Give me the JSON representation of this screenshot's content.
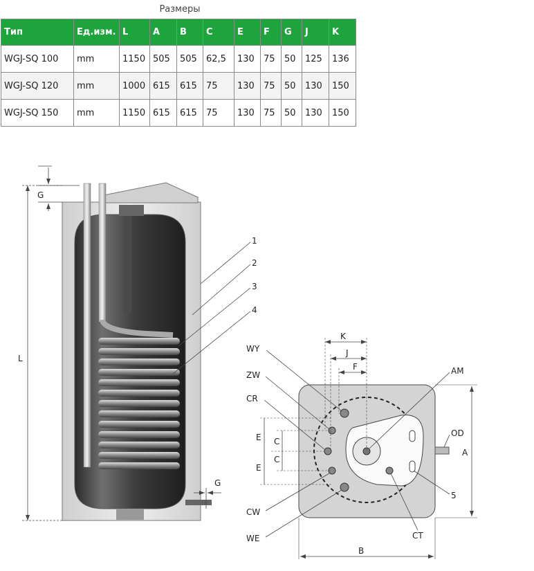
{
  "table": {
    "caption": "Размеры",
    "headers": [
      "Тип",
      "Ед.изм.",
      "L",
      "A",
      "B",
      "C",
      "E",
      "F",
      "G",
      "J",
      "K"
    ],
    "rows": [
      [
        "WGJ-SQ 100",
        "mm",
        "1150",
        "505",
        "505",
        "62,5",
        "130",
        "75",
        "50",
        "125",
        "136"
      ],
      [
        "WGJ-SQ 120",
        "mm",
        "1000",
        "615",
        "615",
        "75",
        "130",
        "75",
        "50",
        "130",
        "150"
      ],
      [
        "WGJ-SQ 150",
        "mm",
        "1150",
        "615",
        "615",
        "75",
        "130",
        "75",
        "50",
        "130",
        "150"
      ]
    ]
  },
  "side_view": {
    "dim_L": "L",
    "dim_G_top": "G",
    "dim_G_bottom": "G",
    "callouts": [
      "1",
      "2",
      "3",
      "4"
    ]
  },
  "top_view": {
    "labels": {
      "WY": "WY",
      "ZW": "ZW",
      "CR": "CR",
      "CW": "CW",
      "WE": "WE",
      "AM": "AM",
      "OD": "OD",
      "CT": "CT",
      "n5": "5"
    },
    "dims": {
      "K": "K",
      "J": "J",
      "F": "F",
      "E1": "E",
      "E2": "E",
      "C1": "C",
      "C2": "C",
      "A": "A",
      "B": "B"
    }
  },
  "colors": {
    "header_green": "#1ea43c",
    "tank_dark": "#3a3a3a",
    "casing": "#e4e4e4"
  }
}
